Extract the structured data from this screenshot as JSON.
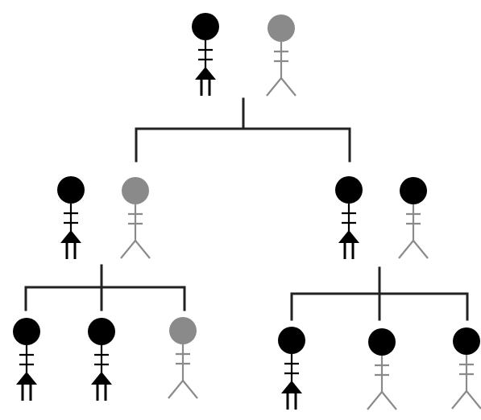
{
  "colors": {
    "black": "#000000",
    "gray": "#8a8a8a",
    "line": "#222222"
  },
  "generations": [
    {
      "people": [
        {
          "id": "g1-father",
          "head": "black",
          "body": "black",
          "legs": "pillar"
        },
        {
          "id": "g1-mother",
          "head": "gray",
          "body": "gray",
          "legs": "stick"
        }
      ]
    },
    {
      "people": [
        {
          "id": "g2-left-father",
          "head": "black",
          "body": "black",
          "legs": "pillar"
        },
        {
          "id": "g2-left-mother",
          "head": "gray",
          "body": "gray",
          "legs": "stick"
        },
        {
          "id": "g2-right-father",
          "head": "black",
          "body": "black",
          "legs": "pillar"
        },
        {
          "id": "g2-right-mother",
          "head": "black",
          "body": "gray",
          "legs": "stick"
        }
      ]
    },
    {
      "people": [
        {
          "id": "g3-left-child-1",
          "head": "black",
          "body": "black",
          "legs": "pillar"
        },
        {
          "id": "g3-left-child-2",
          "head": "black",
          "body": "black",
          "legs": "pillar"
        },
        {
          "id": "g3-left-child-3",
          "head": "gray",
          "body": "gray",
          "legs": "stick"
        },
        {
          "id": "g3-right-child-1",
          "head": "black",
          "body": "black",
          "legs": "pillar"
        },
        {
          "id": "g3-right-child-2",
          "head": "black",
          "body": "gray",
          "legs": "stick"
        },
        {
          "id": "g3-right-child-3",
          "head": "black",
          "body": "gray",
          "legs": "stick"
        }
      ]
    }
  ]
}
